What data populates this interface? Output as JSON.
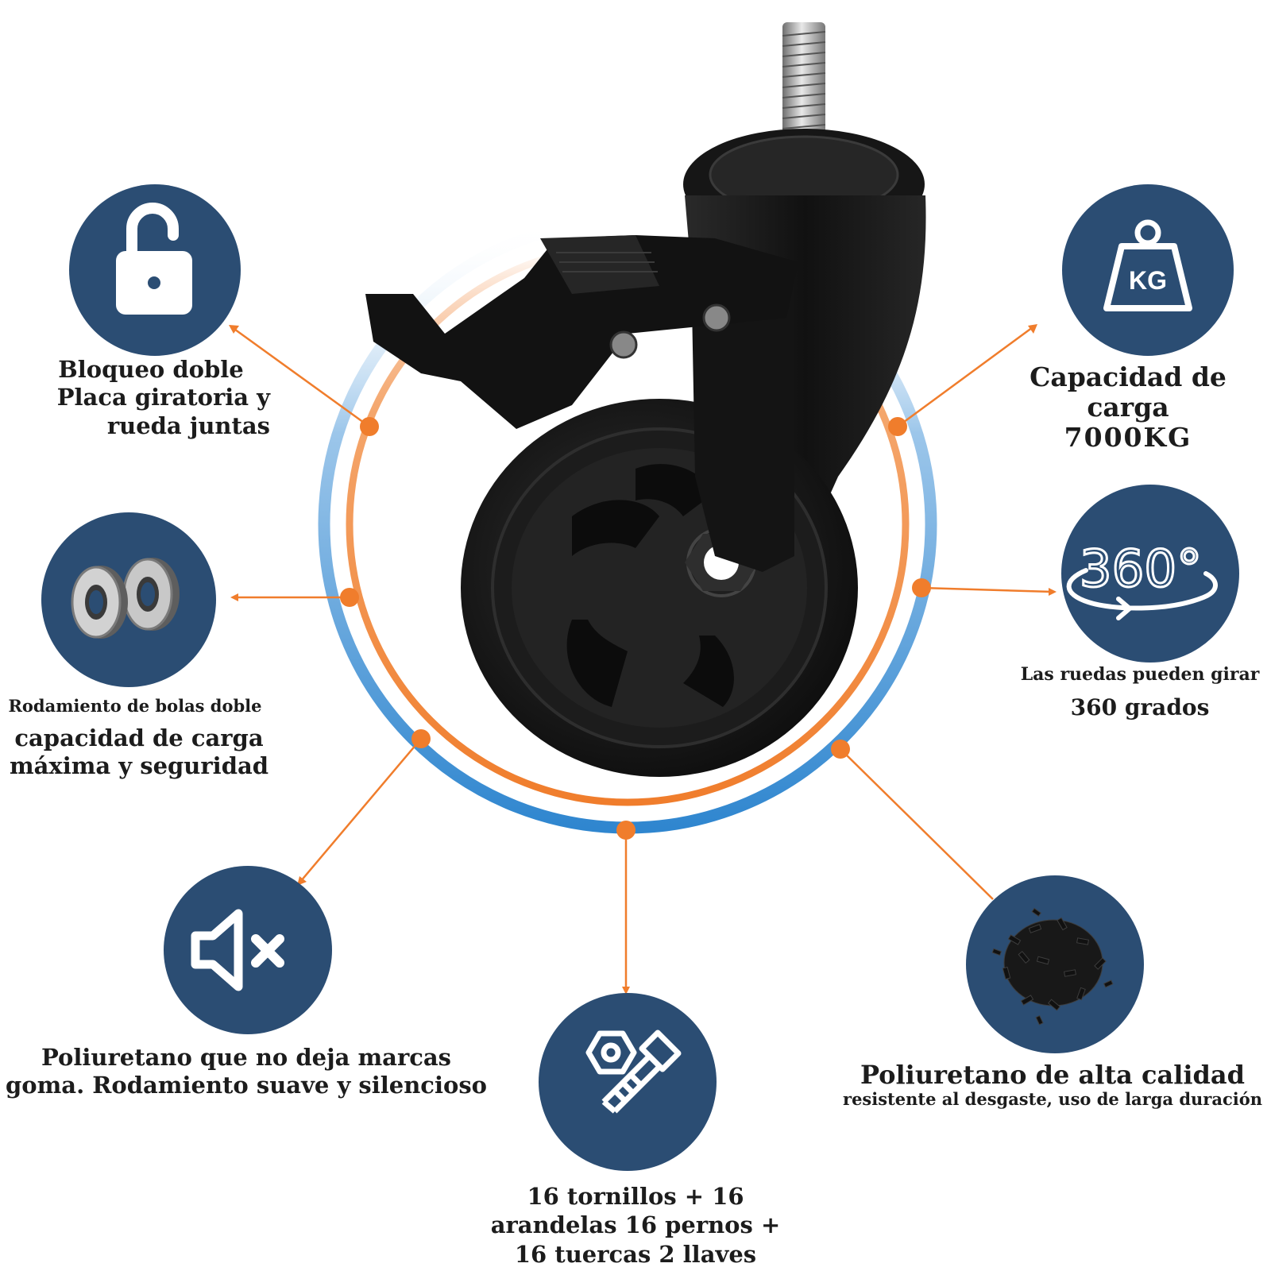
{
  "colors": {
    "icon_circle": "#2b4d73",
    "accent_orange": "#f07d2c",
    "accent_blue": "#2f86cf",
    "caster_black": "#1a1a1a",
    "text": "#1c1c1c"
  },
  "features": {
    "lock": {
      "icon": "padlock-open-icon",
      "lines": [
        "Bloqueo doble",
        "Placa giratoria y",
        "rueda juntas"
      ]
    },
    "load": {
      "icon": "kg-weight-icon",
      "icon_text": "KG",
      "lines": [
        "Capacidad de carga",
        "7000KG"
      ]
    },
    "bearing": {
      "icon": "ball-bearing-icon",
      "small": "Rodamiento de bolas doble",
      "lines": [
        "capacidad de carga",
        "máxima y seguridad"
      ]
    },
    "rotation": {
      "icon": "rotate-360-icon",
      "icon_text": "360°",
      "small": "Las ruedas pueden girar",
      "line": "360 grados"
    },
    "quiet": {
      "icon": "mute-speaker-icon",
      "lines": [
        "Poliuretano que no deja marcas",
        "goma. Rodamiento suave y silencioso"
      ]
    },
    "hardware": {
      "icon": "nut-and-bolt-icon",
      "lines": [
        "16 tornillos + 16",
        "arandelas 16 pernos +",
        "16 tuercas 2 llaves"
      ]
    },
    "material": {
      "icon": "polyurethane-granules-icon",
      "title": "Poliuretano de alta calidad",
      "small": "resistente al desgaste, uso de larga duración"
    }
  }
}
